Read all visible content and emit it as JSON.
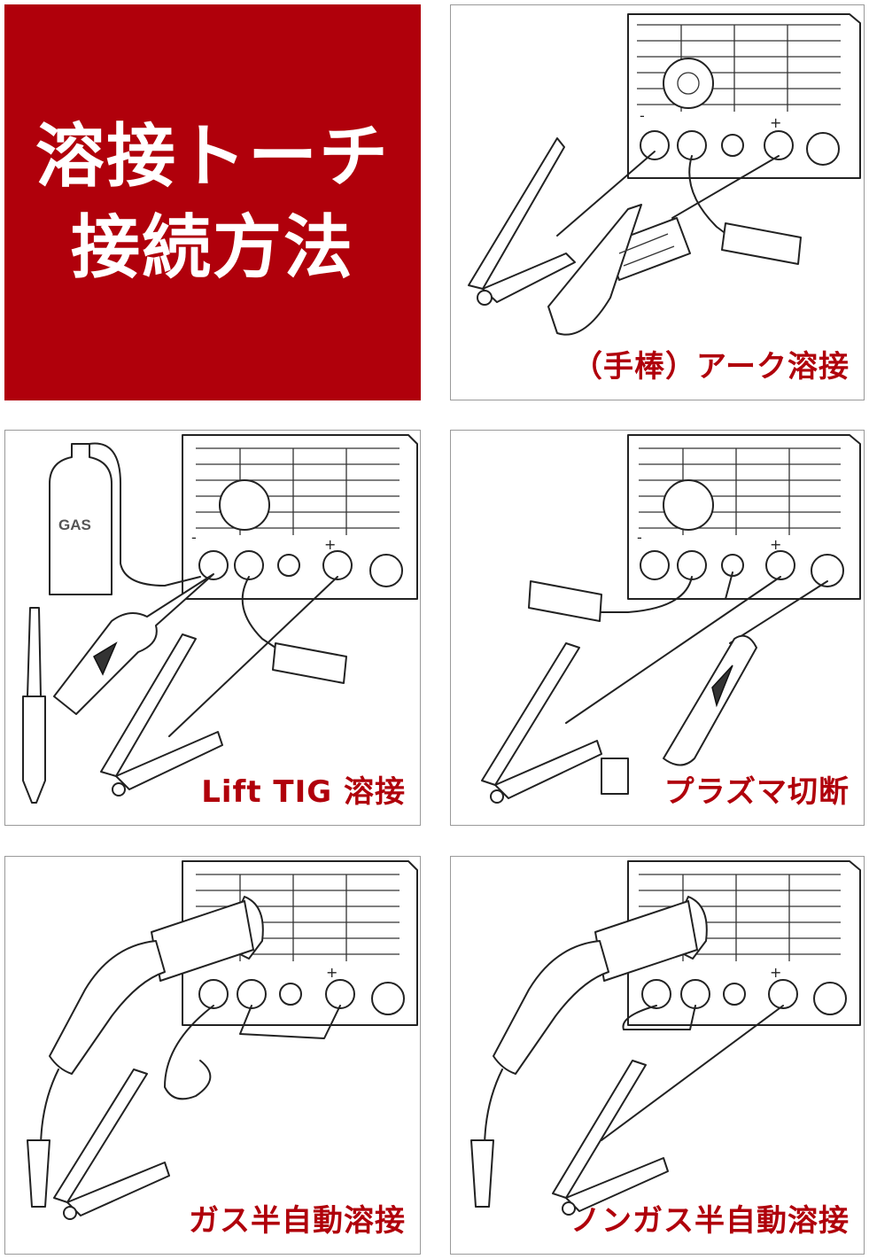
{
  "title": {
    "line1": "溶接トーチ",
    "line2": "接続方法"
  },
  "panels": [
    {
      "caption": "（手棒）アーク溶接"
    },
    {
      "caption": "Lift TIG 溶接",
      "gas_cylinder_label": "GAS"
    },
    {
      "caption": "プラズマ切断"
    },
    {
      "caption": "ガス半自動溶接"
    },
    {
      "caption": "ノンガス半自動溶接"
    }
  ],
  "terminals": {
    "minus": "-",
    "plus": "+"
  },
  "colors": {
    "title_bg": "#b0000b",
    "caption": "#b0000b",
    "panel_border": "#9a9a9a"
  }
}
